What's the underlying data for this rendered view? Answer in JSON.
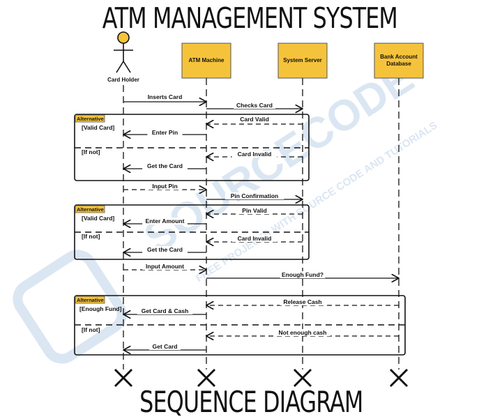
{
  "title_top": "ATM  MANAGEMENT SYSTEM",
  "title_bottom": "SEQUENCE DIAGRAM",
  "watermark": {
    "brand": "SOURCECODE",
    "tagline": "FREE PROJECTS WITH SOURCE CODE AND TUTORIALS",
    "color": "#dbe6f3"
  },
  "colors": {
    "lifeline_box": "#f5c33b",
    "actor_head": "#f5c33b",
    "frame_tag": "#f5c33b",
    "line": "#111111"
  },
  "actor": {
    "label": "Card Holder"
  },
  "lifelines": [
    {
      "id": "atm",
      "label": "ATM Machine"
    },
    {
      "id": "server",
      "label": "System Server"
    },
    {
      "id": "db",
      "label": "Bank Account Database"
    }
  ],
  "messages": [
    {
      "label": "Inserts Card",
      "style": "solid"
    },
    {
      "label": "Checks Card",
      "style": "solid"
    },
    {
      "label": "Card Valid",
      "style": "dashed"
    },
    {
      "label": "Enter Pin",
      "style": "solid"
    },
    {
      "label": "Card Invalid",
      "style": "dashed"
    },
    {
      "label": "Get the Card",
      "style": "solid"
    },
    {
      "label": "Input Pin",
      "style": "dashed"
    },
    {
      "label": "Pin Confirmation",
      "style": "solid"
    },
    {
      "label": "Pin Valid",
      "style": "dashed"
    },
    {
      "label": "Enter Amount",
      "style": "solid"
    },
    {
      "label": "Card Invalid",
      "style": "dashed"
    },
    {
      "label": "Get the Card",
      "style": "solid"
    },
    {
      "label": "Input Amount",
      "style": "dashed"
    },
    {
      "label": "Enough Fund?",
      "style": "solid"
    },
    {
      "label": "Release Cash",
      "style": "dashed"
    },
    {
      "label": "Get Card & Cash",
      "style": "solid"
    },
    {
      "label": "Not enough cash",
      "style": "dashed"
    },
    {
      "label": "Get Card",
      "style": "solid"
    }
  ],
  "frames": [
    {
      "tag": "Alternative",
      "guards": [
        "[Valid Card]",
        "[If not]"
      ]
    },
    {
      "tag": "Alternative",
      "guards": [
        "[Valid Card]",
        "[If not]"
      ]
    },
    {
      "tag": "Alternative",
      "guards": [
        "[Enough Fund]",
        "[If not]"
      ]
    }
  ]
}
